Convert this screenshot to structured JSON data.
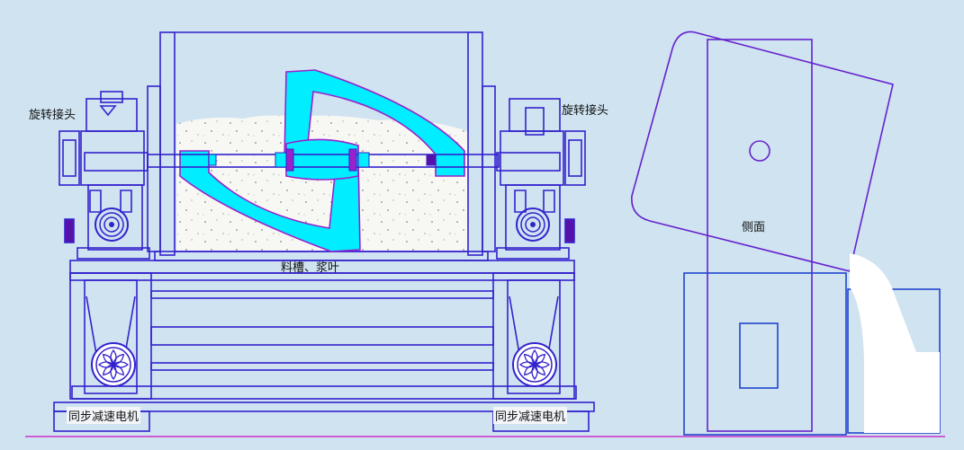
{
  "labels": {
    "rotary_joint_left": "旋转接头",
    "rotary_joint_right": "旋转接头",
    "trough_paddle": "料槽、浆叶",
    "motor_left": "同步减速电机",
    "motor_right": "同步减速电机",
    "side_view": "侧面"
  },
  "colors": {
    "background": "#cfe3f1",
    "outline": "#3322cc",
    "paddle_fill": "#00eeff",
    "paddle_edge": "#9922cc",
    "material_fill": "#f7f7f4",
    "side_view_line": "#6622cc",
    "ground_line": "#cc33cc"
  },
  "icons": {
    "motor_fan": "fan-icon",
    "gear": "gear-icon"
  }
}
